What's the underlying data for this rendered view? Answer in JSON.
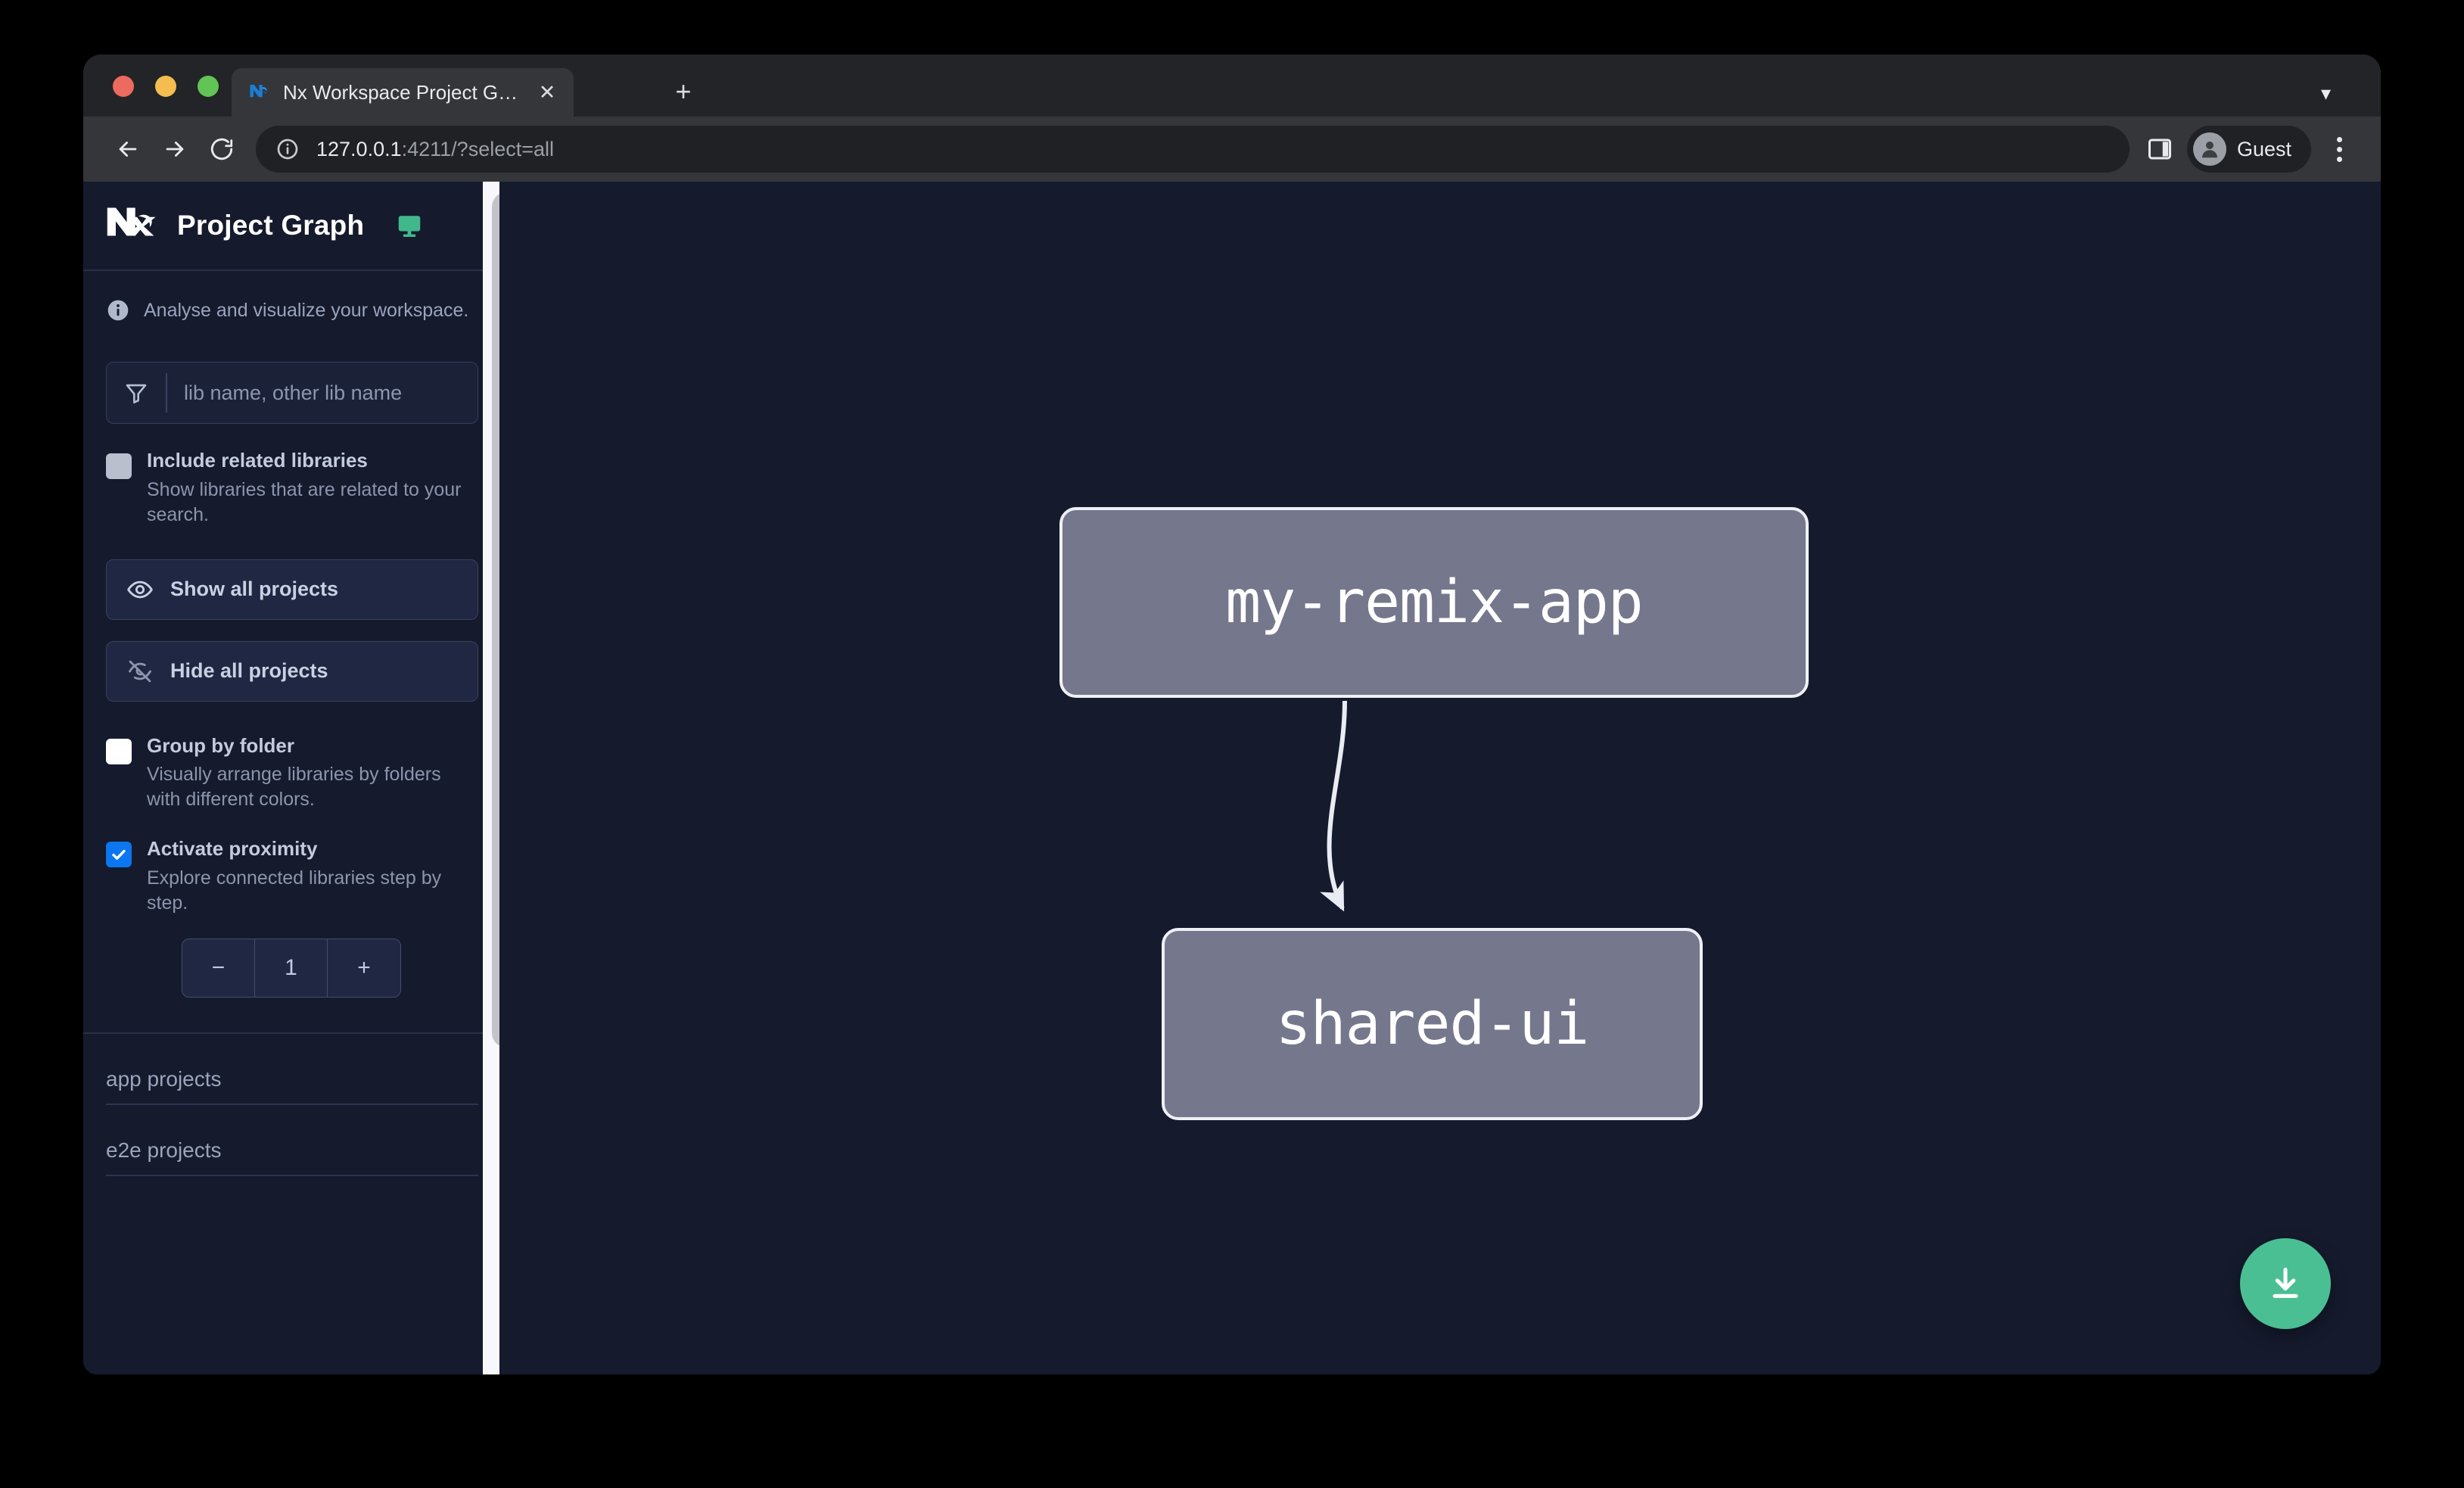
{
  "browser": {
    "tab": {
      "title": "Nx Workspace Project Graph",
      "favicon_icon": "nx-favicon-icon",
      "close_icon": "close-icon"
    },
    "new_tab_label": "+",
    "tabstrip_chevron_icon": "chevron-down-icon",
    "nav": {
      "back_icon": "back-arrow-icon",
      "forward_icon": "forward-arrow-icon",
      "reload_icon": "reload-icon"
    },
    "omnibox": {
      "site_info_icon": "info-circle-icon",
      "url_host": "127.0.0.1",
      "url_rest": ":4211/?select=all",
      "full_url": "127.0.0.1:4211/?select=all"
    },
    "side_panel_icon": "side-panel-icon",
    "profile": {
      "name": "Guest",
      "avatar_icon": "person-avatar-icon"
    },
    "menu_icon": "kebab-menu-icon"
  },
  "sidebar": {
    "logo_icon": "nx-logo-icon",
    "title": "Project Graph",
    "monitor_icon": "monitor-icon",
    "tagline_icon": "info-icon",
    "tagline": "Analyse and visualize your workspace.",
    "filter": {
      "icon": "funnel-filter-icon",
      "placeholder": "lib name, other lib name",
      "value": ""
    },
    "options": [
      {
        "id": "include-related-libraries",
        "label": "Include related libraries",
        "description": "Show libraries that are related to your search.",
        "checked": false,
        "state": "disabled"
      },
      {
        "id": "group-by-folder",
        "label": "Group by folder",
        "description": "Visually arrange libraries by folders with different colors.",
        "checked": false,
        "state": "enabled"
      },
      {
        "id": "activate-proximity",
        "label": "Activate proximity",
        "description": "Explore connected libraries step by step.",
        "checked": true,
        "state": "enabled"
      }
    ],
    "buttons": [
      {
        "id": "show-all-projects",
        "label": "Show all projects",
        "icon": "eye-icon"
      },
      {
        "id": "hide-all-projects",
        "label": "Hide all projects",
        "icon": "eye-off-icon"
      }
    ],
    "proximity_stepper": {
      "decrement_label": "−",
      "value": "1",
      "increment_label": "+"
    },
    "project_sections": [
      {
        "id": "app-projects",
        "label": "app projects"
      },
      {
        "id": "e2e-projects",
        "label": "e2e projects"
      }
    ],
    "scrollbar": {
      "visible": true
    }
  },
  "graph": {
    "nodes": [
      {
        "id": "my-remix-app",
        "label": "my-remix-app"
      },
      {
        "id": "shared-ui",
        "label": "shared-ui"
      }
    ],
    "edges": [
      {
        "from": "my-remix-app",
        "to": "shared-ui",
        "style": "curved-arrow"
      }
    ],
    "download_button": {
      "icon": "download-icon",
      "color": "#4abf93"
    }
  },
  "colors": {
    "page_background": "#151a2d",
    "sidebar_background": "#151a2d",
    "node_fill": "#75778c",
    "node_border": "#eef0f5",
    "accent_green": "#4abf93",
    "accent_blue": "#0b76ef",
    "browser_tabstrip": "#232427",
    "browser_toolbar": "#35363a"
  }
}
